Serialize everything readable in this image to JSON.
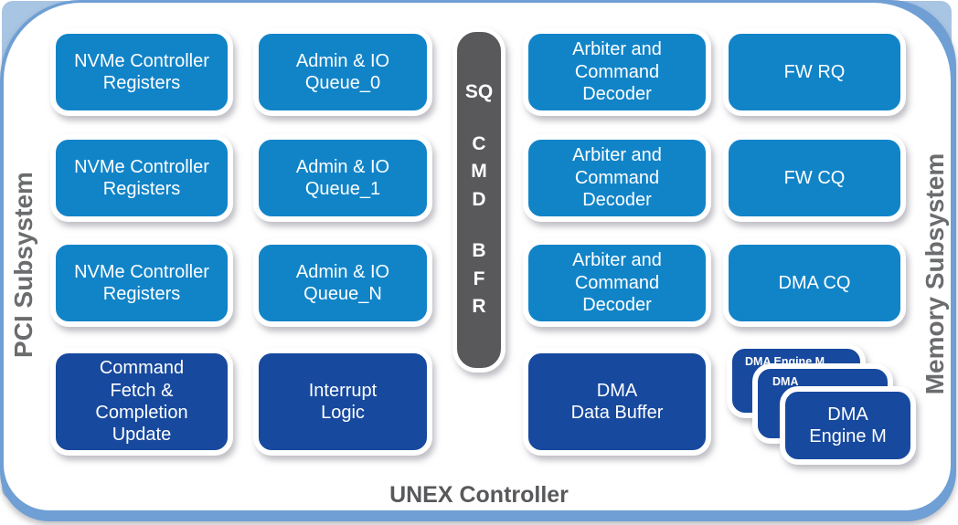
{
  "labels": {
    "title": "UNEX Controller",
    "left": "PCI Subsystem",
    "right": "Memory Subsystem"
  },
  "pci": {
    "nvme_registers": [
      "NVMe Controller\nRegisters",
      "NVMe Controller\nRegisters",
      "NVMe Controller\nRegisters"
    ],
    "admin_io_queues": [
      "Admin & IO\nQueue_0",
      "Admin & IO\nQueue_1",
      "Admin & IO\nQueue_N"
    ],
    "command_fetch": "Command\nFetch &\nCompletion\nUpdate",
    "interrupt_logic": "Interrupt\nLogic"
  },
  "buffer": {
    "groups": [
      "SQ",
      "C\nM\nD",
      "B\nF\nR"
    ]
  },
  "memory": {
    "arbiters": [
      "Arbiter and\nCommand\nDecoder",
      "Arbiter and\nCommand\nDecoder",
      "Arbiter and\nCommand\nDecoder"
    ],
    "fw_rq": "FW RQ",
    "fw_cq": "FW CQ",
    "dma_cq": "DMA CQ",
    "dma_data_buffer": "DMA\nData Buffer",
    "dma_engine_back": "DMA Engine M",
    "dma_engine_middle": "DMA",
    "dma_engine_front": "DMA\nEngine M"
  },
  "colors": {
    "block_blue": "#1184c8",
    "block_navy": "#17499e",
    "buffer_gray": "#59595b",
    "frame_blue": "#6f9fd4",
    "frame_accent": "#a8c5e4",
    "label_gray": "#6b6c6e"
  }
}
